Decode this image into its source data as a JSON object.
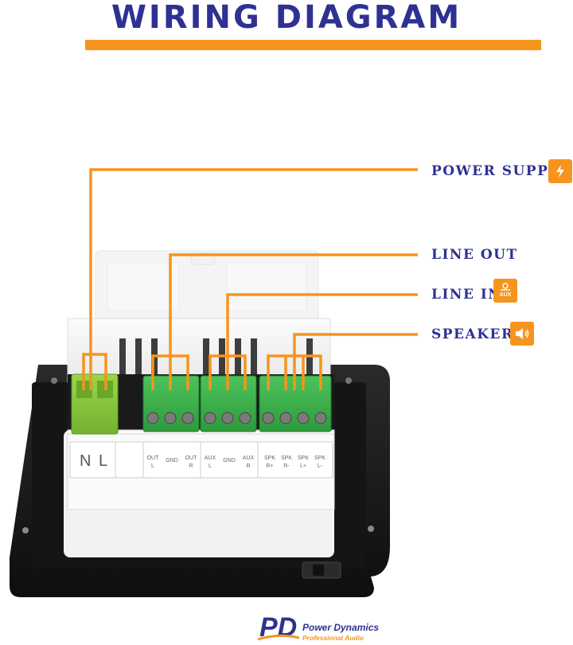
{
  "header": {
    "title": "WIRING DIAGRAM"
  },
  "legend": {
    "items": [
      {
        "label": "POWER SUPPLY",
        "icon": "lightning-icon"
      },
      {
        "label": "LINE OUT",
        "icon": ""
      },
      {
        "label": "LINE IN",
        "icon": "aux-icon",
        "icon_text": "AUX"
      },
      {
        "label": "SPEAKERS",
        "icon": "speaker-icon"
      }
    ]
  },
  "panel": {
    "power_labels": [
      "N",
      "L"
    ],
    "line_out_labels": [
      [
        "OUT",
        "L"
      ],
      [
        "GND",
        ""
      ],
      [
        "OUT",
        "R"
      ]
    ],
    "line_in_labels": [
      [
        "AUX",
        "L"
      ],
      [
        "GND",
        ""
      ],
      [
        "AUX",
        "R"
      ]
    ],
    "speaker_labels": [
      [
        "SPK",
        "R+"
      ],
      [
        "SPK",
        "R-"
      ],
      [
        "SPK",
        "L+"
      ],
      [
        "SPK",
        "L-"
      ]
    ]
  },
  "brand": {
    "logo_text": "PD",
    "name": "Power Dynamics",
    "tagline": "Professional Audio"
  },
  "colors": {
    "title": "#2e3192",
    "accent": "#f7941d",
    "terminal_green": "#3fb54a",
    "terminal_lime": "#8cc63f",
    "frame": "#1c1c1c"
  }
}
